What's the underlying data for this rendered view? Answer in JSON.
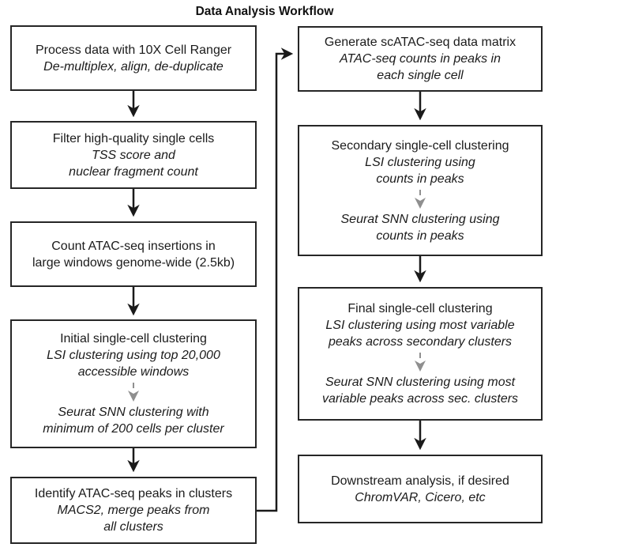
{
  "title": "Data Analysis Workflow",
  "colors": {
    "background": "#ffffff",
    "box_border": "#262626",
    "text": "#1b1b1b",
    "black_arrow": "#1a1a1a",
    "gray_arrow": "#8f8f8f"
  },
  "icons": {
    "down_arrow": "down-arrow-icon",
    "gray_dashed_down_arrow": "gray-dashed-down-arrow-icon",
    "elbow_connector": "elbow-connector-arrow-icon"
  },
  "left_column": [
    {
      "name": "process-data",
      "lines": [
        {
          "text": "Process data with 10X Cell Ranger",
          "italic": false
        },
        {
          "text": "De-multiplex, align, de-duplicate",
          "italic": true
        }
      ]
    },
    {
      "name": "filter-cells",
      "lines": [
        {
          "text": "Filter high-quality single cells",
          "italic": false
        },
        {
          "text": "TSS score and",
          "italic": true
        },
        {
          "text": "nuclear fragment count",
          "italic": true
        }
      ]
    },
    {
      "name": "count-insertions",
      "lines": [
        {
          "text": "Count ATAC-seq insertions in",
          "italic": false
        },
        {
          "text": "large windows genome-wide (2.5kb)",
          "italic": false
        }
      ]
    },
    {
      "name": "initial-clustering",
      "lines": [
        {
          "text": "Initial single-cell clustering",
          "italic": false
        },
        {
          "text": "LSI clustering using top 20,000",
          "italic": true
        },
        {
          "text": "accessible windows",
          "italic": true
        },
        {
          "text": "Seurat SNN clustering with",
          "italic": true
        },
        {
          "text": "minimum of 200 cells per cluster",
          "italic": true
        }
      ],
      "divider_after_line": 3,
      "divider": "gray-dashed-down-arrow"
    },
    {
      "name": "identify-peaks",
      "lines": [
        {
          "text": "Identify ATAC-seq peaks in clusters",
          "italic": false
        },
        {
          "text": "MACS2, merge peaks from",
          "italic": true
        },
        {
          "text": "all clusters",
          "italic": true
        }
      ]
    }
  ],
  "right_column": [
    {
      "name": "generate-matrix",
      "lines": [
        {
          "text": "Generate scATAC-seq data matrix",
          "italic": false
        },
        {
          "text": "ATAC-seq counts in peaks in",
          "italic": true
        },
        {
          "text": "each single cell",
          "italic": true
        }
      ]
    },
    {
      "name": "secondary-clustering",
      "lines": [
        {
          "text": "Secondary single-cell clustering",
          "italic": false
        },
        {
          "text": "LSI clustering using",
          "italic": true
        },
        {
          "text": "counts in peaks",
          "italic": true
        },
        {
          "text": "Seurat SNN clustering using",
          "italic": true
        },
        {
          "text": "counts in peaks",
          "italic": true
        }
      ],
      "divider_after_line": 3,
      "divider": "gray-dashed-down-arrow"
    },
    {
      "name": "final-clustering",
      "lines": [
        {
          "text": "Final single-cell clustering",
          "italic": false
        },
        {
          "text": "LSI clustering using most variable",
          "italic": true
        },
        {
          "text": "peaks across secondary clusters",
          "italic": true
        },
        {
          "text": "Seurat SNN clustering using most",
          "italic": true
        },
        {
          "text": "variable peaks across sec. clusters",
          "italic": true
        }
      ],
      "divider_after_line": 3,
      "divider": "gray-dashed-down-arrow"
    },
    {
      "name": "downstream",
      "lines": [
        {
          "text": "Downstream analysis, if desired",
          "italic": false
        },
        {
          "text": "ChromVAR, Cicero, etc",
          "italic": true
        }
      ]
    }
  ]
}
